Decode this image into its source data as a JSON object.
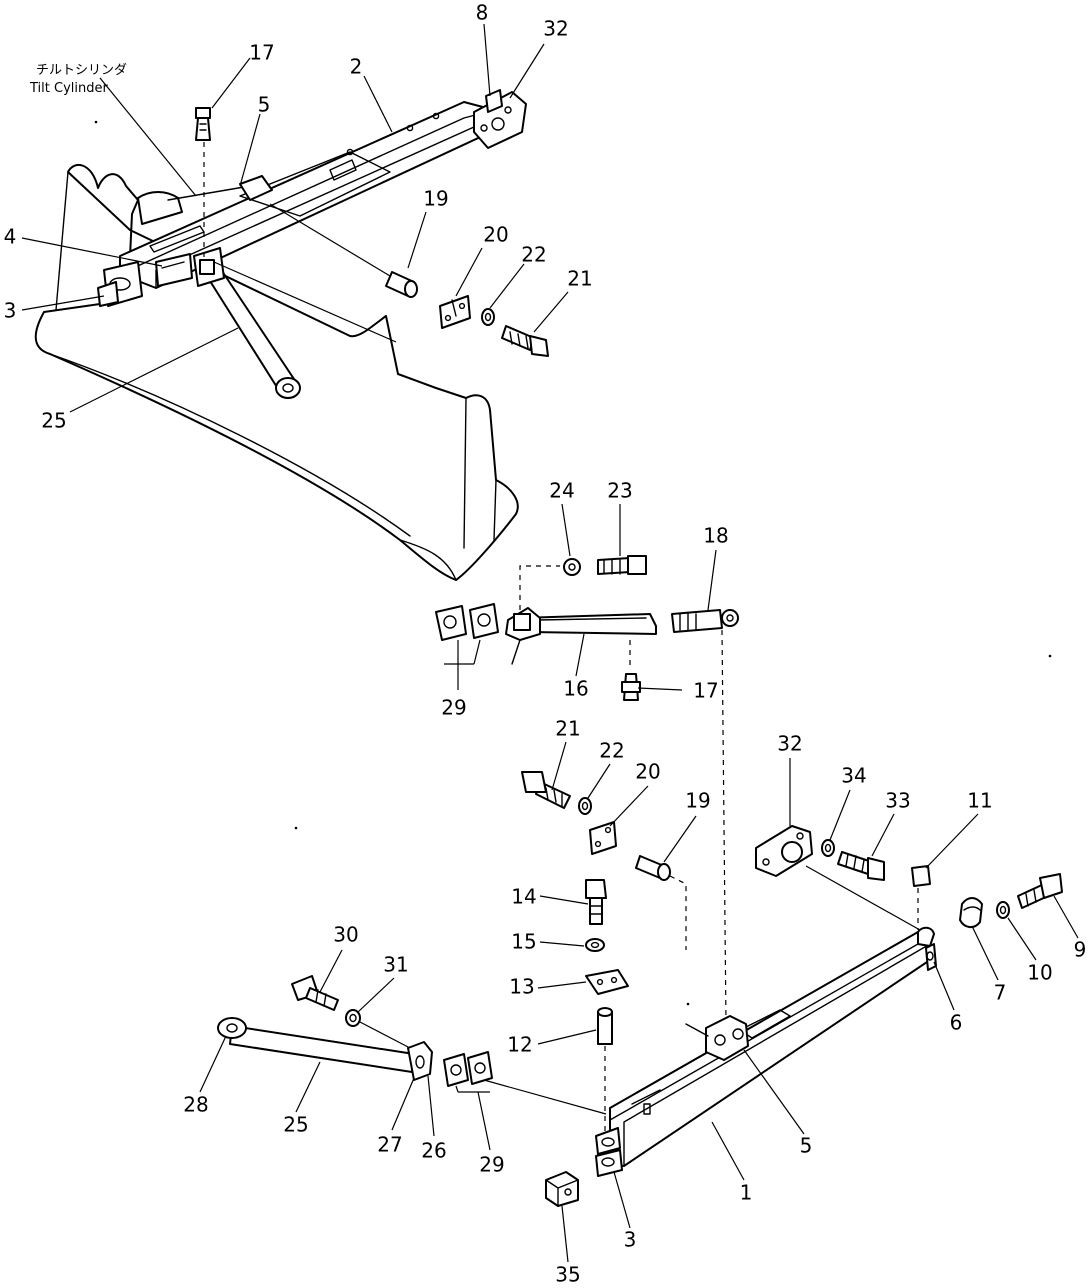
{
  "caption": {
    "jp": "チルトシリンダ",
    "en": "Tilt  Cylinder"
  },
  "callouts": [
    {
      "label": "8"
    },
    {
      "label": "32"
    },
    {
      "label": "17"
    },
    {
      "label": "2"
    },
    {
      "label": "5"
    },
    {
      "label": "19"
    },
    {
      "label": "20"
    },
    {
      "label": "22"
    },
    {
      "label": "21"
    },
    {
      "label": "4"
    },
    {
      "label": "3"
    },
    {
      "label": "25"
    },
    {
      "label": "24"
    },
    {
      "label": "23"
    },
    {
      "label": "18"
    },
    {
      "label": "29"
    },
    {
      "label": "16"
    },
    {
      "label": "17"
    },
    {
      "label": "21"
    },
    {
      "label": "22"
    },
    {
      "label": "20"
    },
    {
      "label": "19"
    },
    {
      "label": "32"
    },
    {
      "label": "34"
    },
    {
      "label": "33"
    },
    {
      "label": "11"
    },
    {
      "label": "14"
    },
    {
      "label": "15"
    },
    {
      "label": "13"
    },
    {
      "label": "12"
    },
    {
      "label": "30"
    },
    {
      "label": "31"
    },
    {
      "label": "28"
    },
    {
      "label": "25"
    },
    {
      "label": "27"
    },
    {
      "label": "26"
    },
    {
      "label": "29"
    },
    {
      "label": "3"
    },
    {
      "label": "1"
    },
    {
      "label": "5"
    },
    {
      "label": "6"
    },
    {
      "label": "7"
    },
    {
      "label": "10"
    },
    {
      "label": "9"
    },
    {
      "label": "35"
    }
  ]
}
